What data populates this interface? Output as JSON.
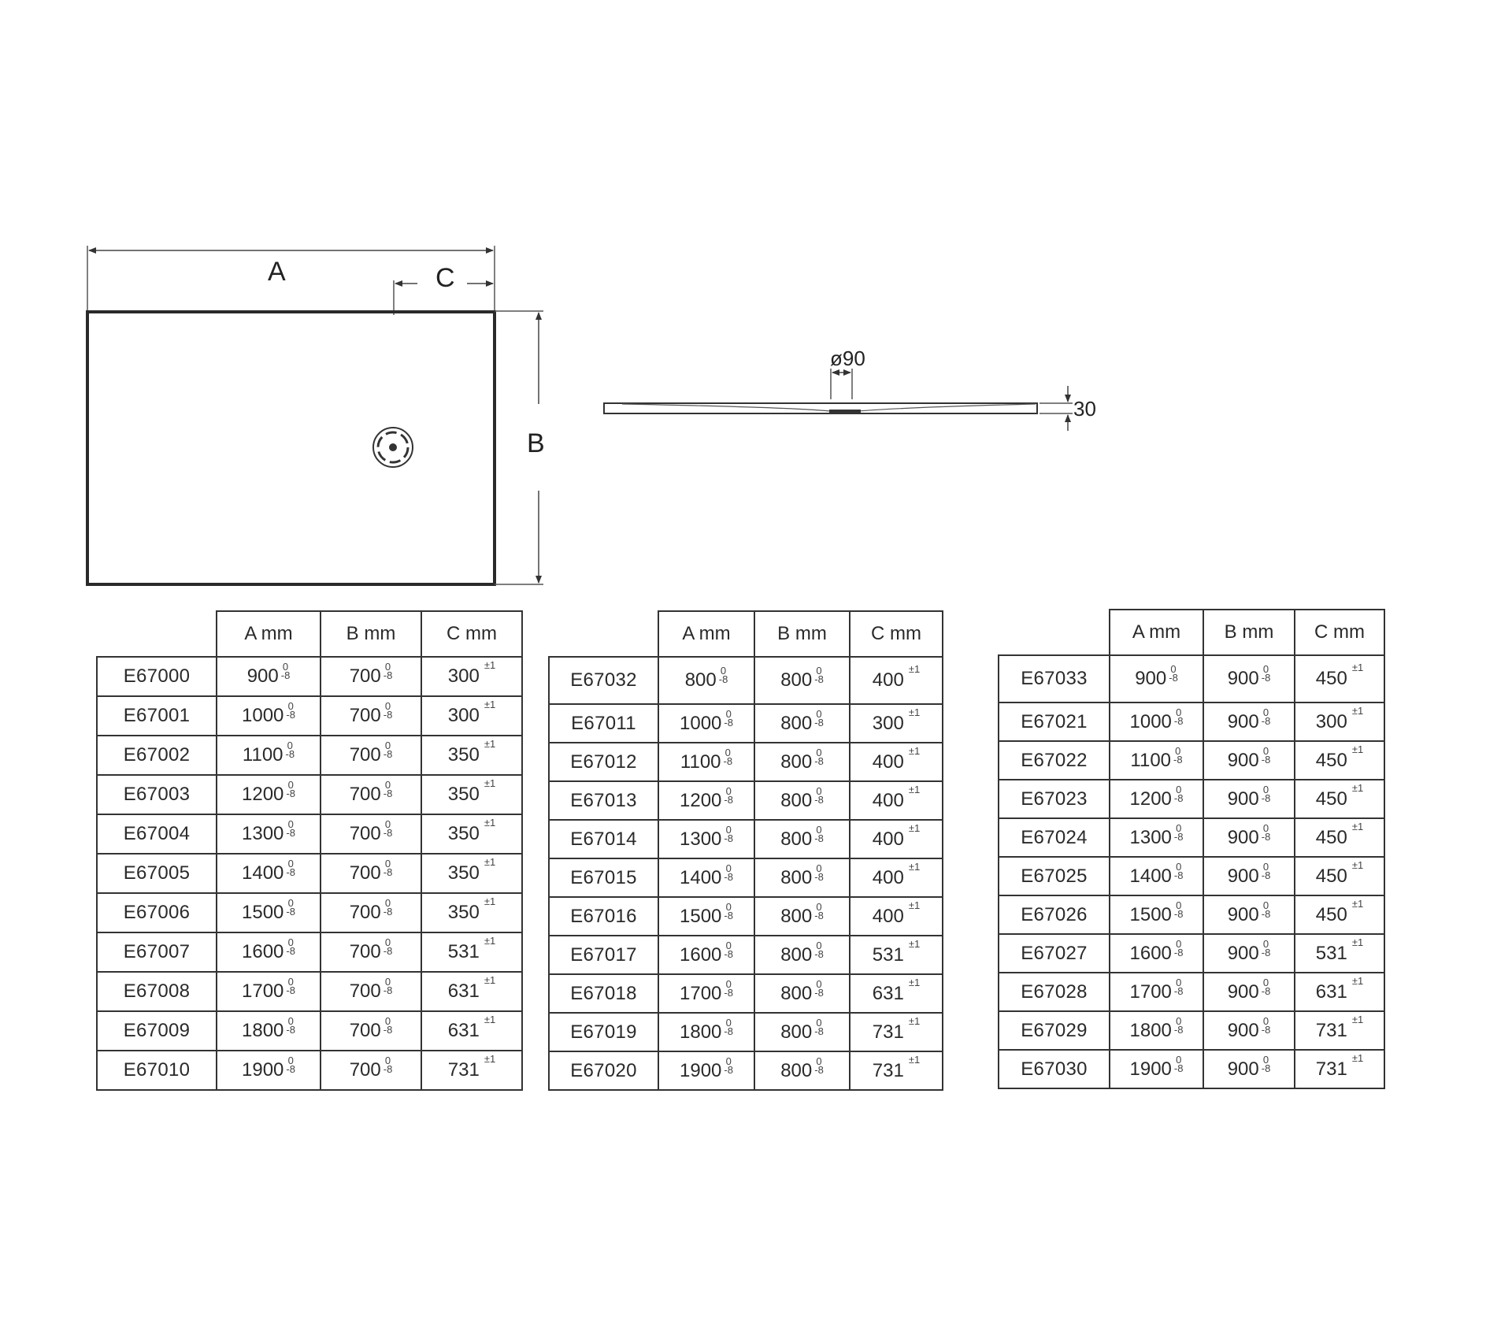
{
  "drawing": {
    "top_view": {
      "label_a": "A",
      "label_b": "B",
      "label_c": "C"
    },
    "side_view": {
      "drain_diameter_label": "ø90",
      "thickness_label": "30"
    }
  },
  "tables": [
    {
      "headers": [
        "",
        "A mm",
        "B mm",
        "C mm"
      ],
      "rows": [
        {
          "code": "E67000",
          "a": "900",
          "a_tol_upper": "0",
          "a_tol_lower": "-8",
          "b": "700",
          "b_tol_upper": "0",
          "b_tol_lower": "-8",
          "c": "300",
          "c_tol": "±1"
        },
        {
          "code": "E67001",
          "a": "1000",
          "a_tol_upper": "0",
          "a_tol_lower": "-8",
          "b": "700",
          "b_tol_upper": "0",
          "b_tol_lower": "-8",
          "c": "300",
          "c_tol": "±1"
        },
        {
          "code": "E67002",
          "a": "1100",
          "a_tol_upper": "0",
          "a_tol_lower": "-8",
          "b": "700",
          "b_tol_upper": "0",
          "b_tol_lower": "-8",
          "c": "350",
          "c_tol": "±1"
        },
        {
          "code": "E67003",
          "a": "1200",
          "a_tol_upper": "0",
          "a_tol_lower": "-8",
          "b": "700",
          "b_tol_upper": "0",
          "b_tol_lower": "-8",
          "c": "350",
          "c_tol": "±1"
        },
        {
          "code": "E67004",
          "a": "1300",
          "a_tol_upper": "0",
          "a_tol_lower": "-8",
          "b": "700",
          "b_tol_upper": "0",
          "b_tol_lower": "-8",
          "c": "350",
          "c_tol": "±1"
        },
        {
          "code": "E67005",
          "a": "1400",
          "a_tol_upper": "0",
          "a_tol_lower": "-8",
          "b": "700",
          "b_tol_upper": "0",
          "b_tol_lower": "-8",
          "c": "350",
          "c_tol": "±1"
        },
        {
          "code": "E67006",
          "a": "1500",
          "a_tol_upper": "0",
          "a_tol_lower": "-8",
          "b": "700",
          "b_tol_upper": "0",
          "b_tol_lower": "-8",
          "c": "350",
          "c_tol": "±1"
        },
        {
          "code": "E67007",
          "a": "1600",
          "a_tol_upper": "0",
          "a_tol_lower": "-8",
          "b": "700",
          "b_tol_upper": "0",
          "b_tol_lower": "-8",
          "c": "531",
          "c_tol": "±1"
        },
        {
          "code": "E67008",
          "a": "1700",
          "a_tol_upper": "0",
          "a_tol_lower": "-8",
          "b": "700",
          "b_tol_upper": "0",
          "b_tol_lower": "-8",
          "c": "631",
          "c_tol": "±1"
        },
        {
          "code": "E67009",
          "a": "1800",
          "a_tol_upper": "0",
          "a_tol_lower": "-8",
          "b": "700",
          "b_tol_upper": "0",
          "b_tol_lower": "-8",
          "c": "631",
          "c_tol": "±1"
        },
        {
          "code": "E67010",
          "a": "1900",
          "a_tol_upper": "0",
          "a_tol_lower": "-8",
          "b": "700",
          "b_tol_upper": "0",
          "b_tol_lower": "-8",
          "c": "731",
          "c_tol": "±1"
        }
      ]
    },
    {
      "headers": [
        "",
        "A mm",
        "B mm",
        "C mm"
      ],
      "rows": [
        {
          "code": "E67032",
          "a": "800",
          "a_tol_upper": "0",
          "a_tol_lower": "-8",
          "b": "800",
          "b_tol_upper": "0",
          "b_tol_lower": "-8",
          "c": "400",
          "c_tol": "±1"
        },
        {
          "code": "E67011",
          "a": "1000",
          "a_tol_upper": "0",
          "a_tol_lower": "-8",
          "b": "800",
          "b_tol_upper": "0",
          "b_tol_lower": "-8",
          "c": "300",
          "c_tol": "±1"
        },
        {
          "code": "E67012",
          "a": "1100",
          "a_tol_upper": "0",
          "a_tol_lower": "-8",
          "b": "800",
          "b_tol_upper": "0",
          "b_tol_lower": "-8",
          "c": "400",
          "c_tol": "±1"
        },
        {
          "code": "E67013",
          "a": "1200",
          "a_tol_upper": "0",
          "a_tol_lower": "-8",
          "b": "800",
          "b_tol_upper": "0",
          "b_tol_lower": "-8",
          "c": "400",
          "c_tol": "±1"
        },
        {
          "code": "E67014",
          "a": "1300",
          "a_tol_upper": "0",
          "a_tol_lower": "-8",
          "b": "800",
          "b_tol_upper": "0",
          "b_tol_lower": "-8",
          "c": "400",
          "c_tol": "±1"
        },
        {
          "code": "E67015",
          "a": "1400",
          "a_tol_upper": "0",
          "a_tol_lower": "-8",
          "b": "800",
          "b_tol_upper": "0",
          "b_tol_lower": "-8",
          "c": "400",
          "c_tol": "±1"
        },
        {
          "code": "E67016",
          "a": "1500",
          "a_tol_upper": "0",
          "a_tol_lower": "-8",
          "b": "800",
          "b_tol_upper": "0",
          "b_tol_lower": "-8",
          "c": "400",
          "c_tol": "±1"
        },
        {
          "code": "E67017",
          "a": "1600",
          "a_tol_upper": "0",
          "a_tol_lower": "-8",
          "b": "800",
          "b_tol_upper": "0",
          "b_tol_lower": "-8",
          "c": "531",
          "c_tol": "±1"
        },
        {
          "code": "E67018",
          "a": "1700",
          "a_tol_upper": "0",
          "a_tol_lower": "-8",
          "b": "800",
          "b_tol_upper": "0",
          "b_tol_lower": "-8",
          "c": "631",
          "c_tol": "±1"
        },
        {
          "code": "E67019",
          "a": "1800",
          "a_tol_upper": "0",
          "a_tol_lower": "-8",
          "b": "800",
          "b_tol_upper": "0",
          "b_tol_lower": "-8",
          "c": "731",
          "c_tol": "±1"
        },
        {
          "code": "E67020",
          "a": "1900",
          "a_tol_upper": "0",
          "a_tol_lower": "-8",
          "b": "800",
          "b_tol_upper": "0",
          "b_tol_lower": "-8",
          "c": "731",
          "c_tol": "±1"
        }
      ]
    },
    {
      "headers": [
        "",
        "A mm",
        "B mm",
        "C mm"
      ],
      "rows": [
        {
          "code": "E67033",
          "a": "900",
          "a_tol_upper": "0",
          "a_tol_lower": "-8",
          "b": "900",
          "b_tol_upper": "0",
          "b_tol_lower": "-8",
          "c": "450",
          "c_tol": "±1"
        },
        {
          "code": "E67021",
          "a": "1000",
          "a_tol_upper": "0",
          "a_tol_lower": "-8",
          "b": "900",
          "b_tol_upper": "0",
          "b_tol_lower": "-8",
          "c": "300",
          "c_tol": "±1"
        },
        {
          "code": "E67022",
          "a": "1100",
          "a_tol_upper": "0",
          "a_tol_lower": "-8",
          "b": "900",
          "b_tol_upper": "0",
          "b_tol_lower": "-8",
          "c": "450",
          "c_tol": "±1"
        },
        {
          "code": "E67023",
          "a": "1200",
          "a_tol_upper": "0",
          "a_tol_lower": "-8",
          "b": "900",
          "b_tol_upper": "0",
          "b_tol_lower": "-8",
          "c": "450",
          "c_tol": "±1"
        },
        {
          "code": "E67024",
          "a": "1300",
          "a_tol_upper": "0",
          "a_tol_lower": "-8",
          "b": "900",
          "b_tol_upper": "0",
          "b_tol_lower": "-8",
          "c": "450",
          "c_tol": "±1"
        },
        {
          "code": "E67025",
          "a": "1400",
          "a_tol_upper": "0",
          "a_tol_lower": "-8",
          "b": "900",
          "b_tol_upper": "0",
          "b_tol_lower": "-8",
          "c": "450",
          "c_tol": "±1"
        },
        {
          "code": "E67026",
          "a": "1500",
          "a_tol_upper": "0",
          "a_tol_lower": "-8",
          "b": "900",
          "b_tol_upper": "0",
          "b_tol_lower": "-8",
          "c": "450",
          "c_tol": "±1"
        },
        {
          "code": "E67027",
          "a": "1600",
          "a_tol_upper": "0",
          "a_tol_lower": "-8",
          "b": "900",
          "b_tol_upper": "0",
          "b_tol_lower": "-8",
          "c": "531",
          "c_tol": "±1"
        },
        {
          "code": "E67028",
          "a": "1700",
          "a_tol_upper": "0",
          "a_tol_lower": "-8",
          "b": "900",
          "b_tol_upper": "0",
          "b_tol_lower": "-8",
          "c": "631",
          "c_tol": "±1"
        },
        {
          "code": "E67029",
          "a": "1800",
          "a_tol_upper": "0",
          "a_tol_lower": "-8",
          "b": "900",
          "b_tol_upper": "0",
          "b_tol_lower": "-8",
          "c": "731",
          "c_tol": "±1"
        },
        {
          "code": "E67030",
          "a": "1900",
          "a_tol_upper": "0",
          "a_tol_lower": "-8",
          "b": "900",
          "b_tol_upper": "0",
          "b_tol_lower": "-8",
          "c": "731",
          "c_tol": "±1"
        }
      ]
    }
  ]
}
